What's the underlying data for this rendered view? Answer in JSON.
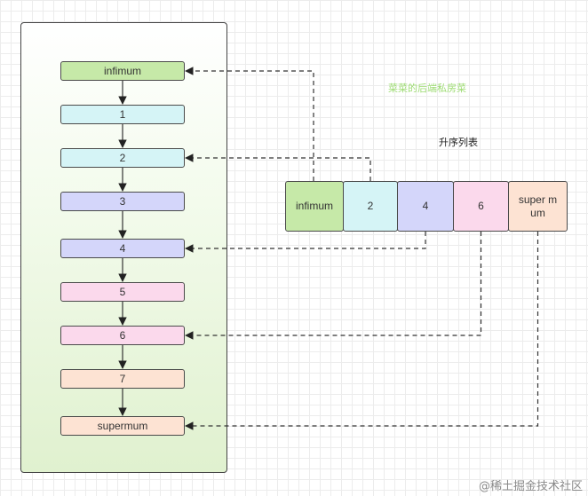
{
  "title_note": {
    "text": "菜菜的后端私房菜",
    "color": "#9ddc72"
  },
  "array_caption": "升序列表",
  "linked_list": {
    "nodes": [
      {
        "label": "infimum",
        "fill": "#c6e9a8"
      },
      {
        "label": "1",
        "fill": "#d5f4f6"
      },
      {
        "label": "2",
        "fill": "#d5f4f6"
      },
      {
        "label": "3",
        "fill": "#d4d6fa"
      },
      {
        "label": "4",
        "fill": "#d4d6fa"
      },
      {
        "label": "5",
        "fill": "#fbd9ec"
      },
      {
        "label": "6",
        "fill": "#fbd9ec"
      },
      {
        "label": "7",
        "fill": "#fde3d3"
      },
      {
        "label": "supermum",
        "fill": "#fde3d3"
      }
    ]
  },
  "sorted_array": {
    "cells": [
      {
        "label": "infimum",
        "fill": "#c6e9a8",
        "points_to": "infimum"
      },
      {
        "label": "2",
        "fill": "#d5f4f6",
        "points_to": "2"
      },
      {
        "label": "4",
        "fill": "#d4d6fa",
        "points_to": "4"
      },
      {
        "label": "6",
        "fill": "#fbd9ec",
        "points_to": "6"
      },
      {
        "label": "super mum",
        "fill": "#fde3d3",
        "points_to": "supermum"
      }
    ]
  },
  "watermark": "@稀土掘金技术社区"
}
